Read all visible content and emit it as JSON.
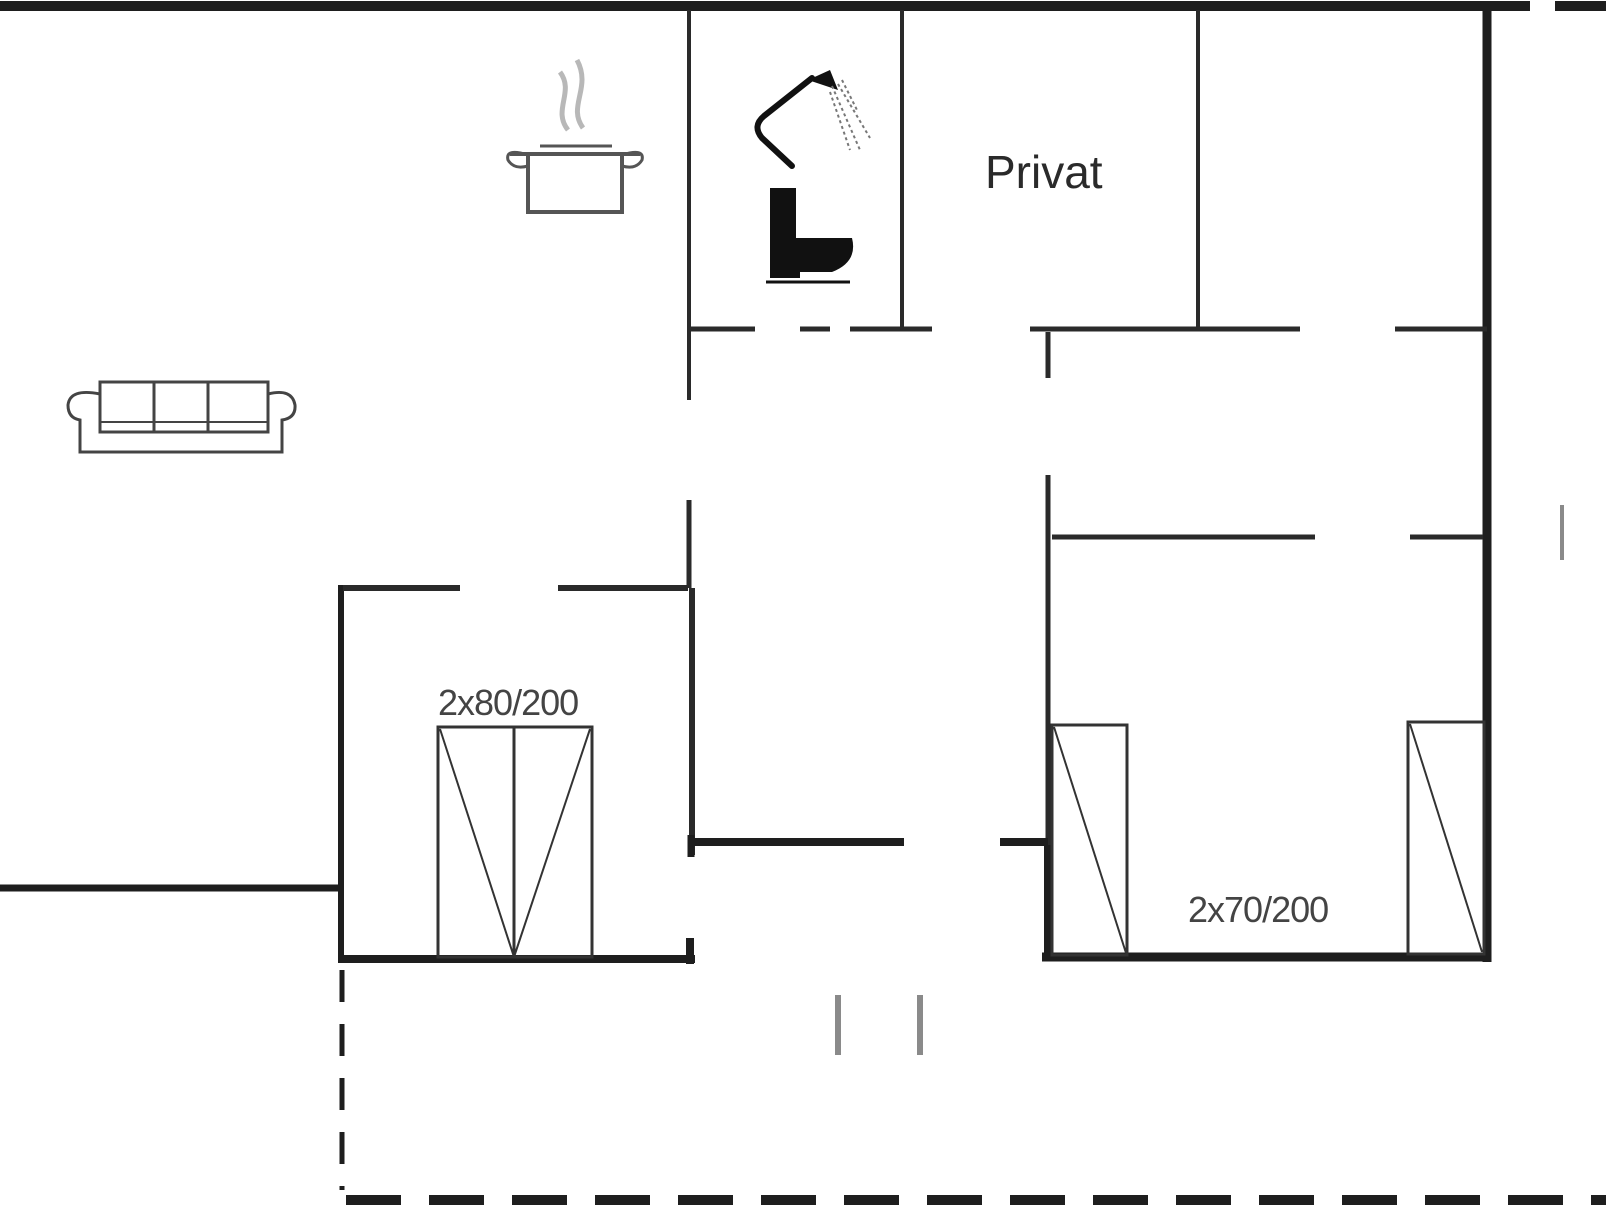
{
  "rooms": {
    "private": {
      "label": "Privat"
    }
  },
  "beds": {
    "bedroom_1": {
      "label": "2x80/200"
    },
    "bedroom_2": {
      "label": "2x70/200"
    }
  },
  "icons": {
    "kitchen": "cooking-pot-icon",
    "bathroom_shower": "shower-icon",
    "bathroom_toilet": "toilet-icon",
    "living": "sofa-icon"
  },
  "colors": {
    "wall": "#1e1e1e",
    "line": "#2a2a2a",
    "steam": "#b8b8b8",
    "background": "#ffffff"
  }
}
